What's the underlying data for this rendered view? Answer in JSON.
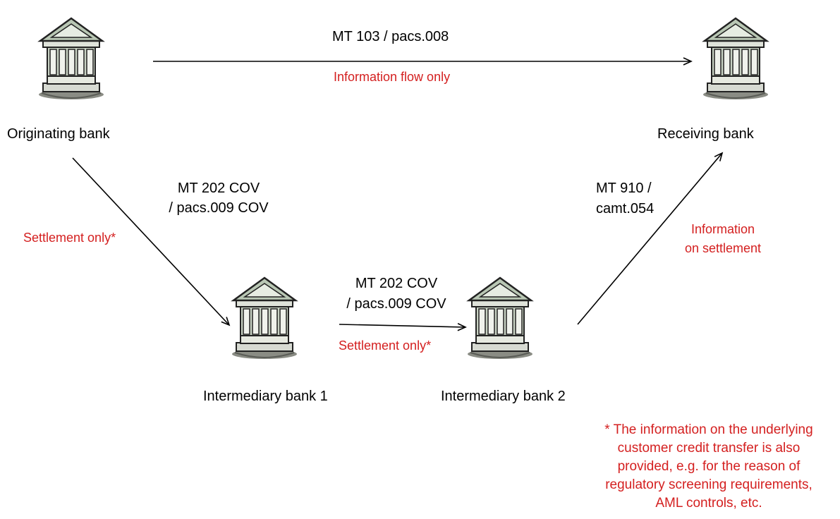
{
  "banks": {
    "originating": "Originating bank",
    "receiving": "Receiving bank",
    "intermediary1": "Intermediary bank 1",
    "intermediary2": "Intermediary bank 2"
  },
  "flows": {
    "top": {
      "message": "MT 103 / pacs.008",
      "note": "Information flow only"
    },
    "left_diag": {
      "message_line1": "MT 202 COV",
      "message_line2": "/ pacs.009 COV",
      "note": "Settlement only*"
    },
    "middle": {
      "message_line1": "MT 202 COV",
      "message_line2": "/ pacs.009 COV",
      "note": "Settlement only*"
    },
    "right_diag": {
      "message_line1": "MT 910 /",
      "message_line2": "camt.054",
      "note_line1": "Information",
      "note_line2": "on settlement"
    }
  },
  "footnote": [
    "* The information on the underlying",
    "customer credit transfer is also",
    "provided, e.g. for the reason of",
    "regulatory screening requirements,",
    "AML controls, etc."
  ],
  "colors": {
    "accent_red": "#d42020",
    "roof": "#b9c7b4",
    "column": "#e8ece4",
    "stone": "#a8aaa0"
  },
  "icon": "bank-building-icon"
}
